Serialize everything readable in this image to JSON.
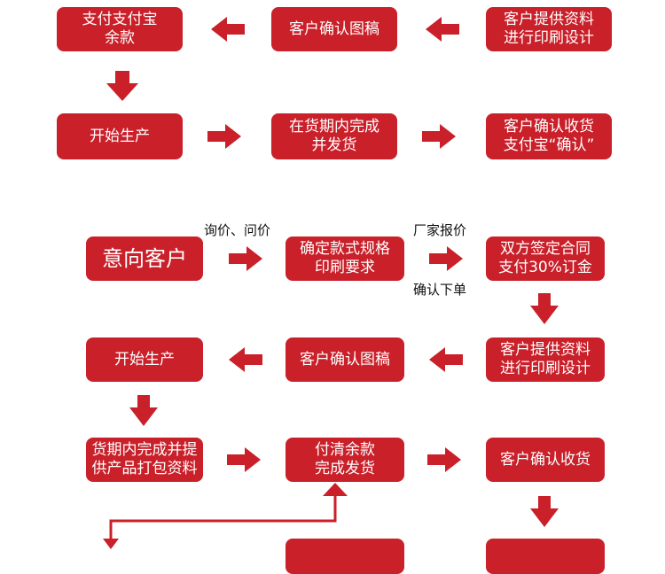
{
  "colors": {
    "box": "#c9202a",
    "arrow": "#c9202a",
    "text": "#ffffff",
    "label": "#111111"
  },
  "flow1": {
    "pay_alipay_balance": "支付支付宝\n余款",
    "customer_confirm_draft": "客户确认图稿",
    "customer_provide_materials": "客户提供资料\n进行印刷设计",
    "start_production": "开始生产",
    "complete_and_ship": "在货期内完成\n并发货",
    "customer_confirm_receipt": "客户确认收货\n支付宝“确认”"
  },
  "flow2": {
    "intent_customer": "意向客户",
    "confirm_specs": "确定款式规格\n印刷要求",
    "sign_contract": "双方签定合同\n支付30%订金",
    "customer_provide_materials": "客户提供资料\n进行印刷设计",
    "customer_confirm_draft": "客户确认图稿",
    "start_production": "开始生产",
    "complete_and_package": "货期内完成并提\n供产品打包资料",
    "pay_balance_ship": "付清余款\n完成发货",
    "customer_confirm_receipt": "客户确认收货",
    "label_inquiry": "询价、问价",
    "label_factory_quote": "厂家报价",
    "label_confirm_order": "确认下单"
  }
}
